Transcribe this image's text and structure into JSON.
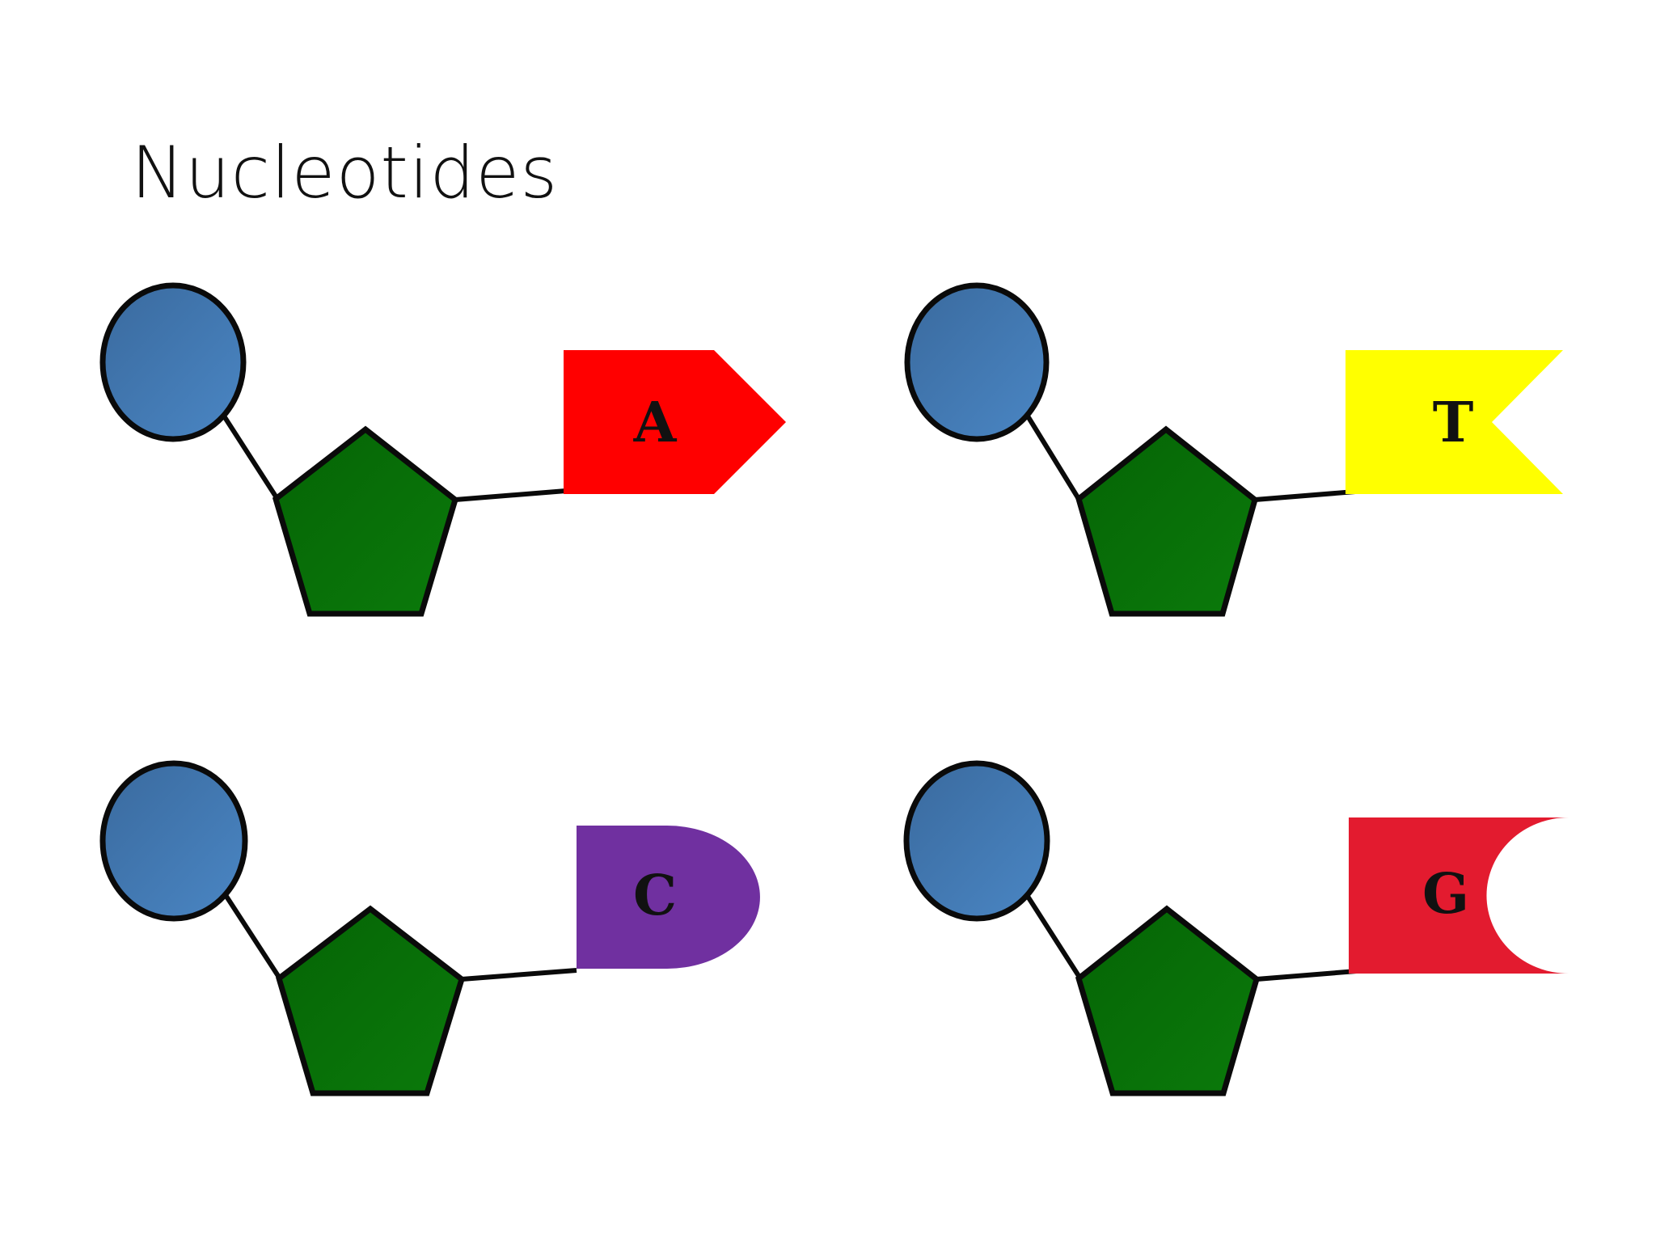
{
  "slide": {
    "title": "Nucleotides"
  },
  "colors": {
    "phosphate_fill": "#4a86c4",
    "phosphate_fill_dark": "#3a6a9e",
    "sugar_fill": "#0b7a0b",
    "sugar_fill_dark": "#056405",
    "outline": "#0a0a0a",
    "background": "#ffffff"
  },
  "nucleotides": [
    {
      "label": "A",
      "base_shape": "arrow-point",
      "base_color": "#ff0000"
    },
    {
      "label": "T",
      "base_shape": "notch",
      "base_color": "#ffff00"
    },
    {
      "label": "C",
      "base_shape": "rounded-end",
      "base_color": "#7030a0"
    },
    {
      "label": "G",
      "base_shape": "concave-end",
      "base_color": "#e31b2f"
    }
  ]
}
